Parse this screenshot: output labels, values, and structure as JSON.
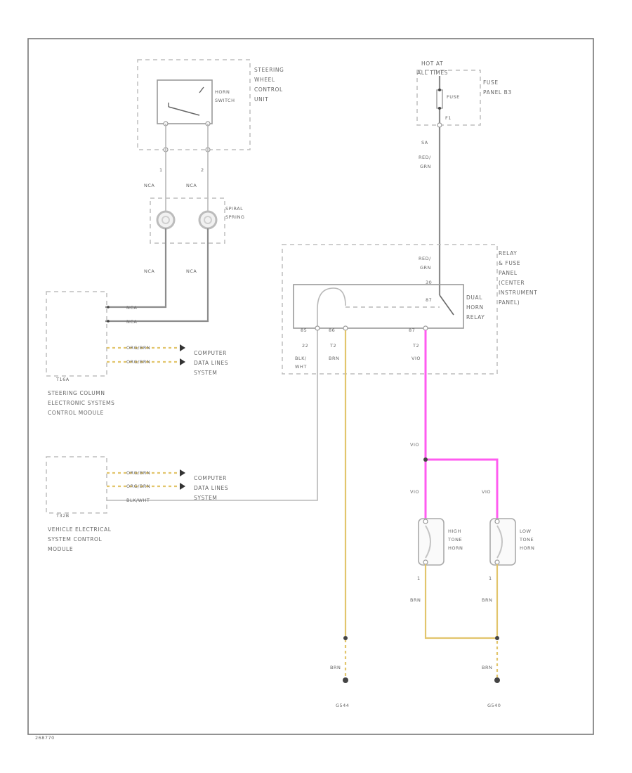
{
  "components": {
    "steering_wheel_control_unit": [
      "STEERING",
      "WHEEL",
      "CONTROL",
      "UNIT"
    ],
    "horn_switch": [
      "HORN",
      "SWITCH"
    ],
    "spiral_spring": [
      "SPIRAL",
      "SPRING"
    ],
    "fuse_panel": [
      "FUSE",
      "PANEL B3"
    ],
    "hot_at": [
      "HOT AT",
      "ALL TIMES"
    ],
    "fuse": "FUSE",
    "fuse_number": "F1",
    "relay_fuse_panel": [
      "RELAY",
      "& FUSE",
      "PANEL",
      "(CENTER",
      "INSTRUMENT",
      "PANEL)"
    ],
    "dual_horn_relay": [
      "DUAL",
      "HORN",
      "RELAY"
    ],
    "steering_column_module": [
      "STEERING COLUMN",
      "ELECTRONIC SYSTEMS",
      "CONTROL MODULE"
    ],
    "steering_column_connector": "T16A",
    "vehicle_module": [
      "VEHICLE ELECTRICAL",
      "SYSTEM CONTROL",
      "MODULE"
    ],
    "vehicle_connector": "T32B",
    "high_tone_horn": [
      "HIGH",
      "TONE",
      "HORN"
    ],
    "low_tone_horn": [
      "LOW",
      "TONE",
      "HORN"
    ]
  },
  "wires": {
    "horn_pin_1": "1",
    "horn_pin_2": "2",
    "nca": "NCA",
    "red_grn": [
      "RED/",
      "GRN"
    ],
    "fuse_circuit": "SA",
    "relay_pin_30": "30",
    "relay_pin_87": "87",
    "relay_pin_85": "85",
    "relay_pin_86": "86",
    "pin_22": "22",
    "t2_left": "T2",
    "t2_right": "T2",
    "blk_wht": [
      "BLK/",
      "WHT"
    ],
    "brn": "BRN",
    "vio": "VIO",
    "orange_brown": "ORG/BRN",
    "blk_wht_inline": "BLK/WHT",
    "horn_pin_ground": "1"
  },
  "links": {
    "data_lines_1": [
      "COMPUTER",
      "DATA LINES",
      "SYSTEM"
    ],
    "data_lines_2": [
      "COMPUTER",
      "DATA LINES",
      "SYSTEM"
    ]
  },
  "grounds": {
    "left": "G544",
    "right": "G540"
  },
  "footer": {
    "code": "268770"
  }
}
